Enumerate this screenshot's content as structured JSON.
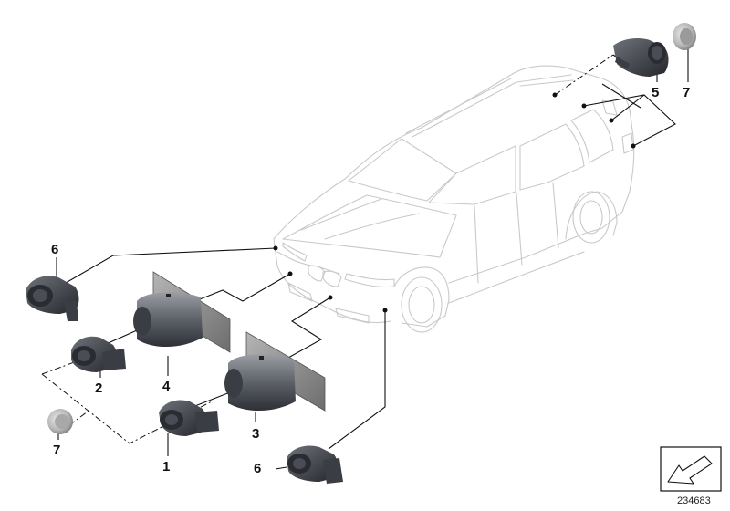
{
  "diagram": {
    "callouts": {
      "c1": "1",
      "c2": "2",
      "c3": "3",
      "c4": "4",
      "c5": "5",
      "c6a": "6",
      "c6b": "6",
      "c7a": "7",
      "c7b": "7"
    },
    "reference_number": "234683",
    "colors": {
      "part_dark": "#3a3d44",
      "part_mid": "#5a5e66",
      "bracket": "#8a8a8a",
      "car_outline": "#c9c9c9",
      "lead_line": "#111111"
    }
  }
}
